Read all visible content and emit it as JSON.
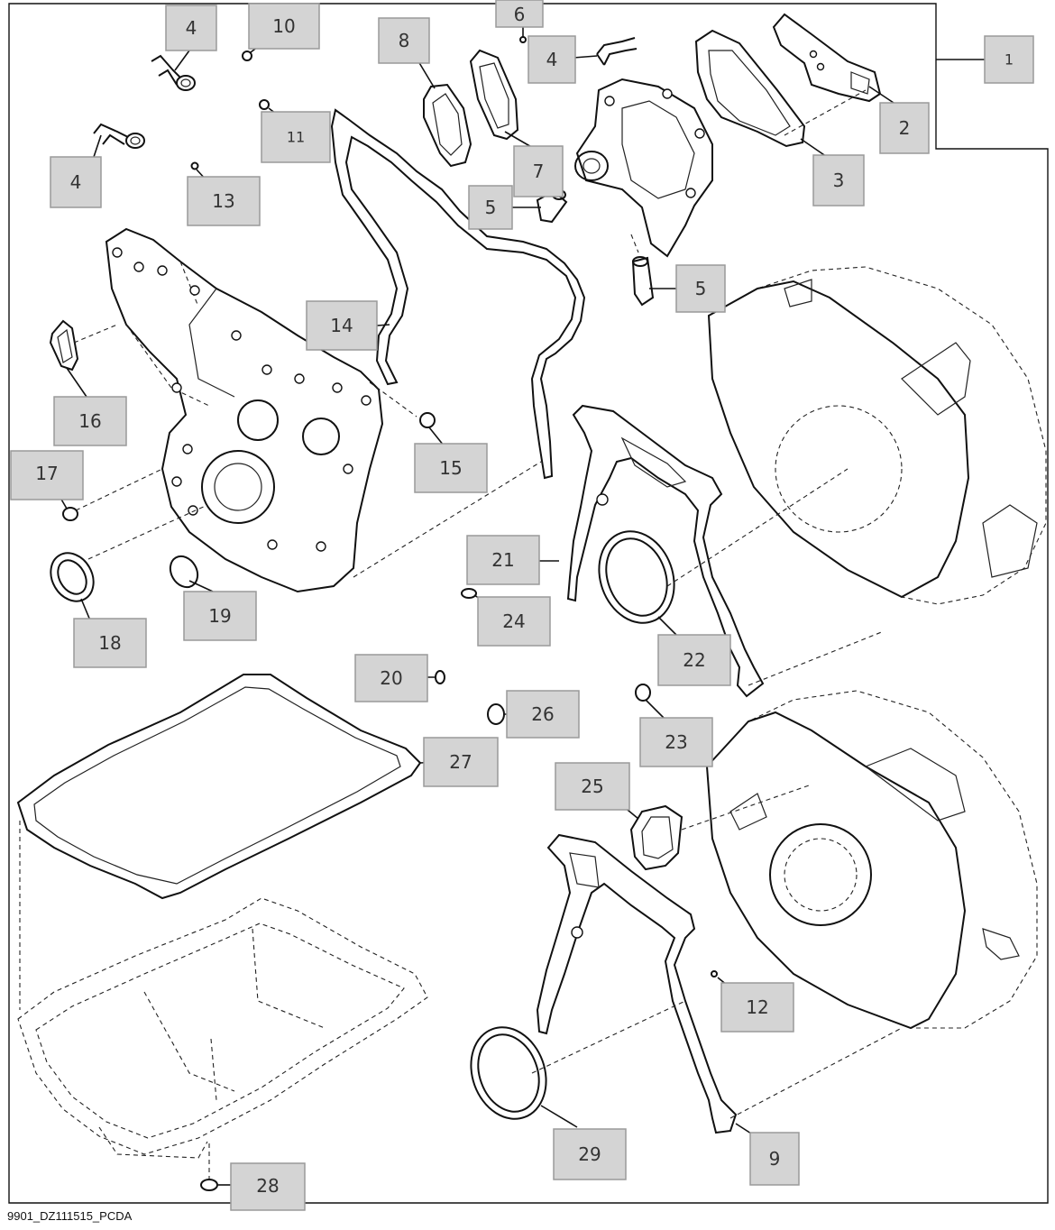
{
  "callouts": [
    {
      "n": "1"
    },
    {
      "n": "2"
    },
    {
      "n": "3"
    },
    {
      "n": "4"
    },
    {
      "n": "4"
    },
    {
      "n": "4"
    },
    {
      "n": "5"
    },
    {
      "n": "5"
    },
    {
      "n": "6"
    },
    {
      "n": "7"
    },
    {
      "n": "8"
    },
    {
      "n": "9"
    },
    {
      "n": "10"
    },
    {
      "n": "11"
    },
    {
      "n": "12"
    },
    {
      "n": "13"
    },
    {
      "n": "14"
    },
    {
      "n": "15"
    },
    {
      "n": "16"
    },
    {
      "n": "17"
    },
    {
      "n": "18"
    },
    {
      "n": "19"
    },
    {
      "n": "20"
    },
    {
      "n": "21"
    },
    {
      "n": "22"
    },
    {
      "n": "23"
    },
    {
      "n": "24"
    },
    {
      "n": "25"
    },
    {
      "n": "26"
    },
    {
      "n": "27"
    },
    {
      "n": "28"
    },
    {
      "n": "29"
    }
  ],
  "footer": {
    "code": "9901_DZ111515_PCDA"
  }
}
